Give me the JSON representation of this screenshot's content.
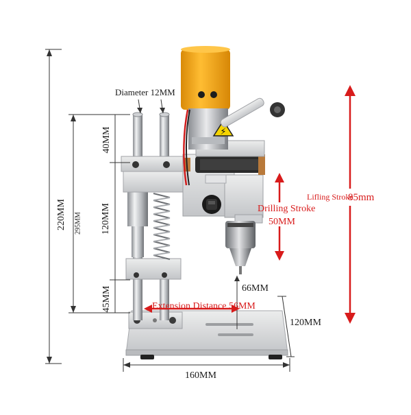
{
  "labels": {
    "diameter": "Diameter 12MM",
    "height_220": "220MM",
    "height_295": "295MM",
    "top_40": "40MM",
    "mid_120": "120MM",
    "bot_45": "45MM",
    "drill_66": "66MM",
    "extension": "Extension Distance 56MM",
    "depth_120": "120MM",
    "width_160": "160MM",
    "drilling_stroke": "Drilling Stroke",
    "drilling_value": "50MM",
    "lifting_stroke": "Lifling Stroke",
    "lifting_value": "85mm"
  },
  "colors": {
    "accent_red": "#d81b1b",
    "motor_yellow": "#f2a417",
    "aluminum": "#d9dadc",
    "dark": "#222222"
  },
  "icons": {
    "warning": "electric-hazard-triangle-icon",
    "switch": "power-rocker-switch-icon"
  }
}
